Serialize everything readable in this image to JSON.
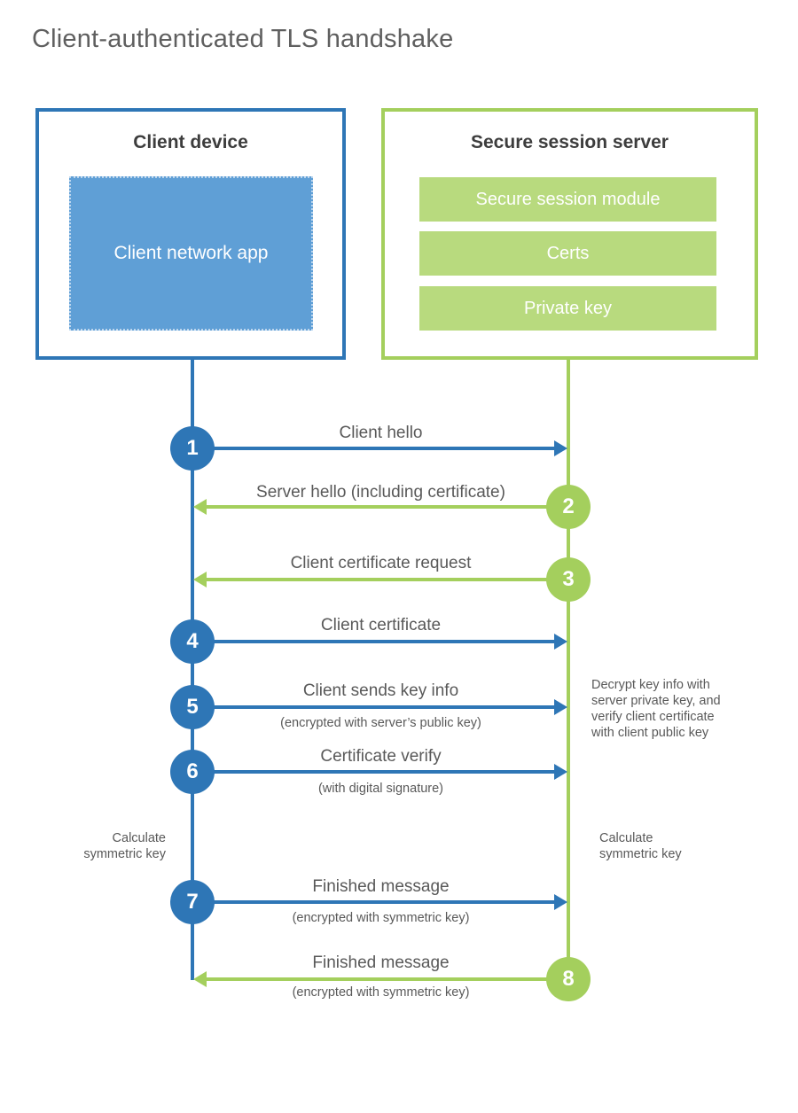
{
  "title": "Client-authenticated TLS handshake",
  "colors": {
    "blue": "#2e76b6",
    "blue_light": "#5f9fd6",
    "green": "#a4cf5d",
    "green_light": "#b8da7e",
    "text_gray": "#595959",
    "text_dark": "#3d3d3d"
  },
  "client": {
    "title": "Client device",
    "module": "Client network app"
  },
  "server": {
    "title": "Secure session server",
    "modules": [
      "Secure session module",
      "Certs",
      "Private key"
    ]
  },
  "messages": [
    {
      "step": "1",
      "from": "client",
      "label": "Client hello",
      "sublabel": ""
    },
    {
      "step": "2",
      "from": "server",
      "label": "Server hello (including certificate)",
      "sublabel": ""
    },
    {
      "step": "3",
      "from": "server",
      "label": "Client certificate request",
      "sublabel": ""
    },
    {
      "step": "4",
      "from": "client",
      "label": "Client certificate",
      "sublabel": ""
    },
    {
      "step": "5",
      "from": "client",
      "label": "Client sends key info",
      "sublabel": "(encrypted with server’s public key)"
    },
    {
      "step": "6",
      "from": "client",
      "label": "Certificate verify",
      "sublabel": "(with digital signature)"
    },
    {
      "step": "7",
      "from": "client",
      "label": "Finished message",
      "sublabel": "(encrypted with symmetric key)"
    },
    {
      "step": "8",
      "from": "server",
      "label": "Finished message",
      "sublabel": "(encrypted with symmetric key)"
    }
  ],
  "annotations": {
    "decrypt_note": "Decrypt key info with server private key, and verify client certificate with client public key",
    "calc_key_client": "Calculate symmetric key",
    "calc_key_server": "Calculate symmetric key"
  }
}
